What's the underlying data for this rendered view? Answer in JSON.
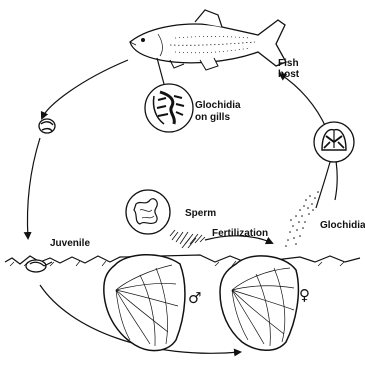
{
  "labels": {
    "fish_host_line1": "Fish",
    "fish_host_line2": "host",
    "glochidia_gills_line1": "Glochidia",
    "glochidia_gills_line2": "on gills",
    "glochidia": "Glochidia",
    "sperm": "Sperm",
    "fertilization": "Fertilization",
    "juvenile": "Juvenile",
    "male_symbol": "♂",
    "female_symbol": "♀"
  },
  "colors": {
    "ink": "#111111",
    "background": "#ffffff"
  }
}
